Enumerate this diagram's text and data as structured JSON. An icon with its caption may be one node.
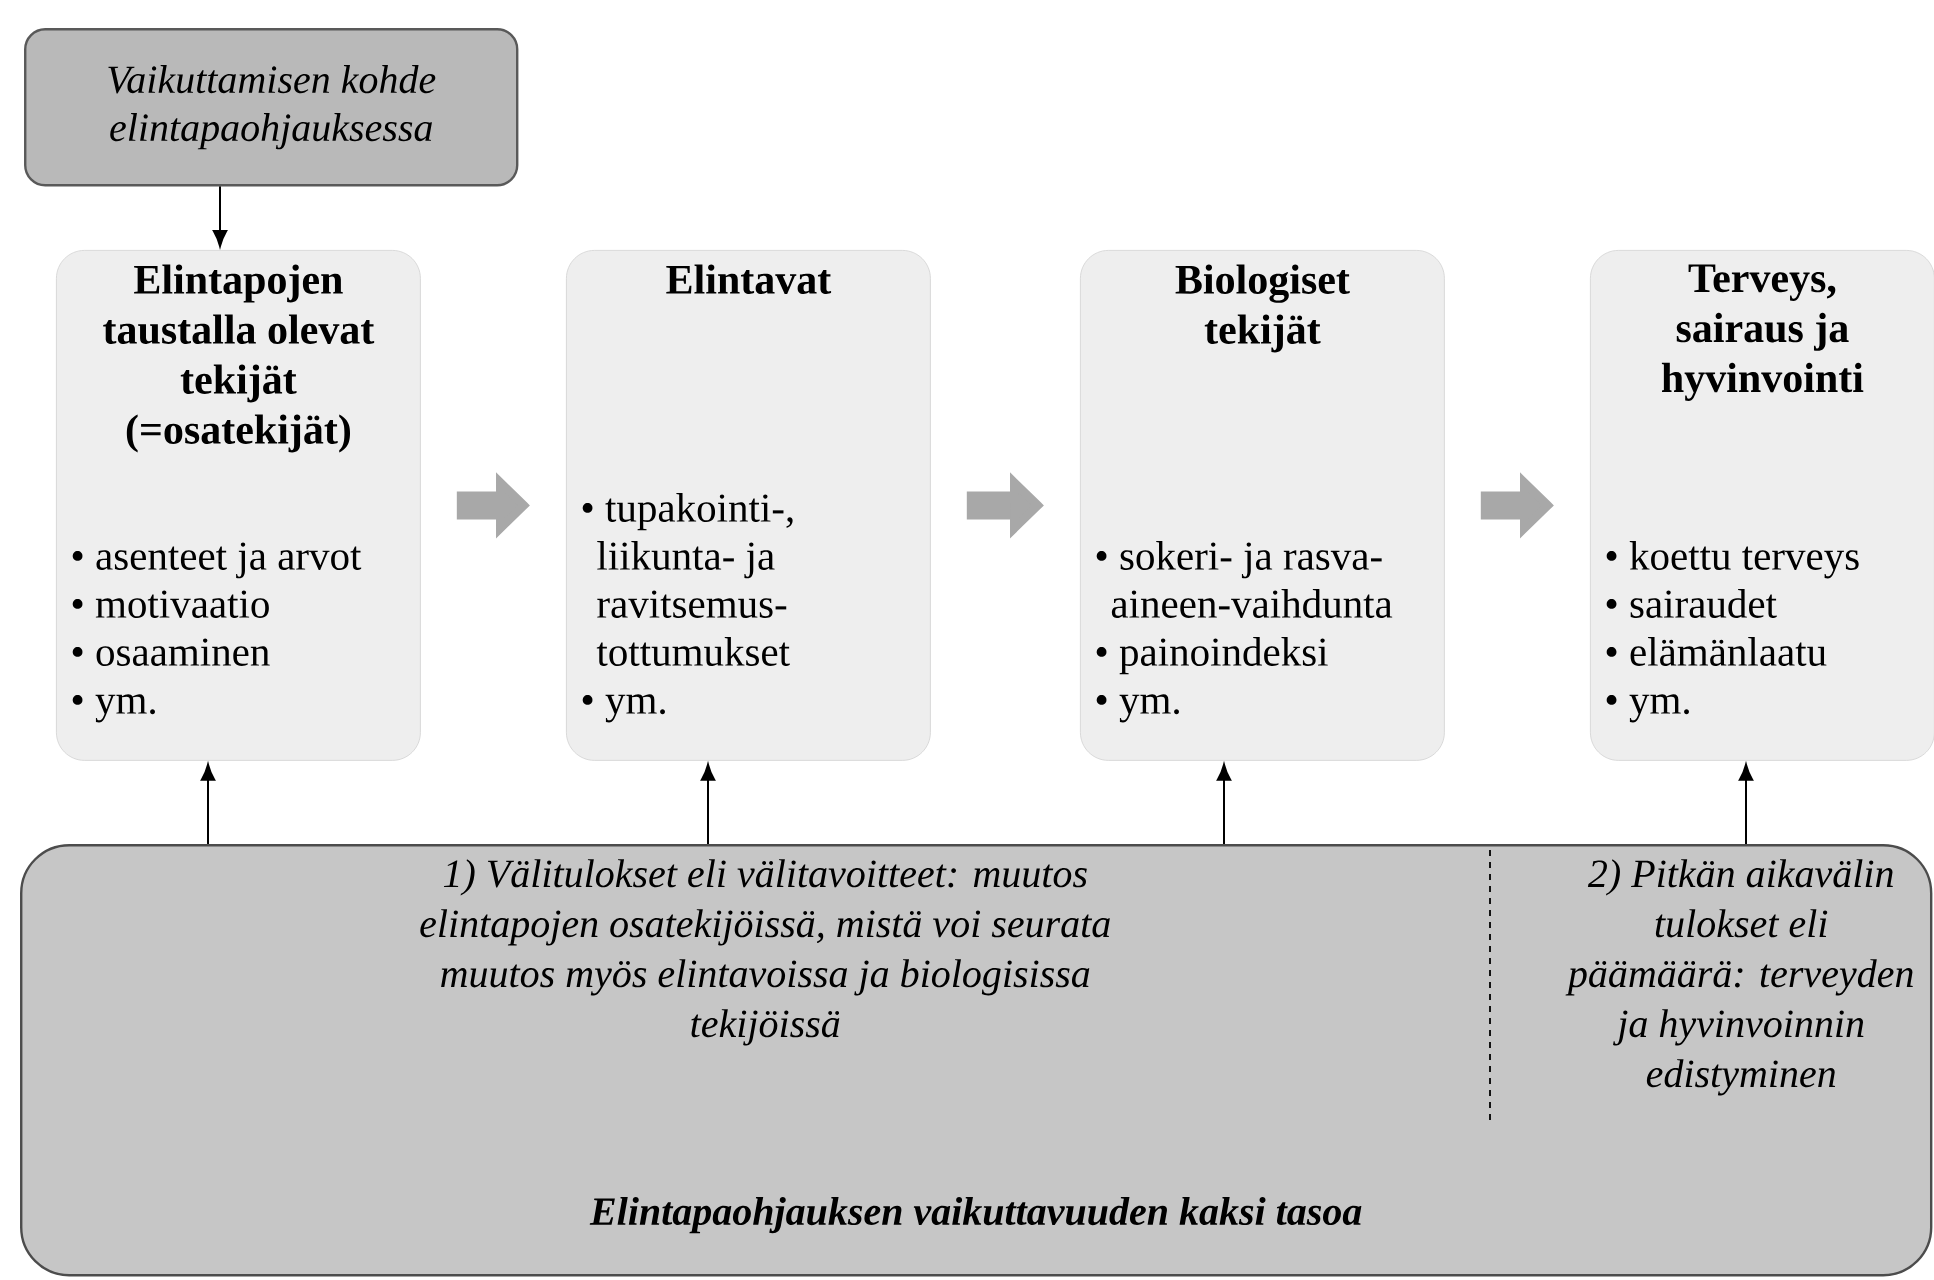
{
  "diagram": {
    "nodes": [
      {
        "text": [
          "Vaikuttamisen kohde elintapaohjauksessa"
        ]
      },
      {
        "text": [
          "Elintapojen taustalla olevat tekijät (=osatekijät)",
          "• asenteet ja arvot",
          "• motivaatio",
          "• osaaminen",
          "• ym."
        ]
      },
      {
        "text": [
          "Elintavat",
          "• tupakointi-, liikunta- ja ravitsemus-tottumukset",
          "• ym."
        ]
      },
      {
        "text": [
          "Biologiset tekijät",
          "• sokeri- ja rasva-aineen-vaihdunta",
          "• painoindeksi",
          "• ym."
        ]
      },
      {
        "text": [
          "Terveys, sairaus ja hyvinvointi",
          "• koettu terveys",
          "• sairaudet",
          "• elämänlaatu",
          "• ym."
        ]
      },
      {
        "text": [
          "1) Välitulokset eli välitavoitteet: muutos elintapojen osatekijöissä, mistä voi seurata muutos myös elintavoissa ja biologisissa tekijöissä",
          "2) Pitkän aikavälin tulokset eli päämäärä: terveyden ja hyvinvoinnin edistyminen",
          "Elintapaohjauksen vaikuttavuuden kaksi tasoa"
        ]
      }
    ],
    "edges": [
      {
        "from": 0,
        "to": 1,
        "arrow": "to"
      },
      {
        "from": 1,
        "to": 2,
        "arrow": "to",
        "style": "thick",
        "color": "#a8a8a8"
      },
      {
        "from": 2,
        "to": 3,
        "arrow": "to",
        "style": "thick",
        "color": "#a8a8a8"
      },
      {
        "from": 3,
        "to": 4,
        "arrow": "to",
        "style": "thick",
        "color": "#a8a8a8"
      },
      {
        "from": 5,
        "to": 1,
        "arrow": "to"
      },
      {
        "from": 5,
        "to": 2,
        "arrow": "to"
      },
      {
        "from": 5,
        "to": 3,
        "arrow": "to"
      },
      {
        "from": 5,
        "to": 4,
        "arrow": "to"
      }
    ]
  }
}
